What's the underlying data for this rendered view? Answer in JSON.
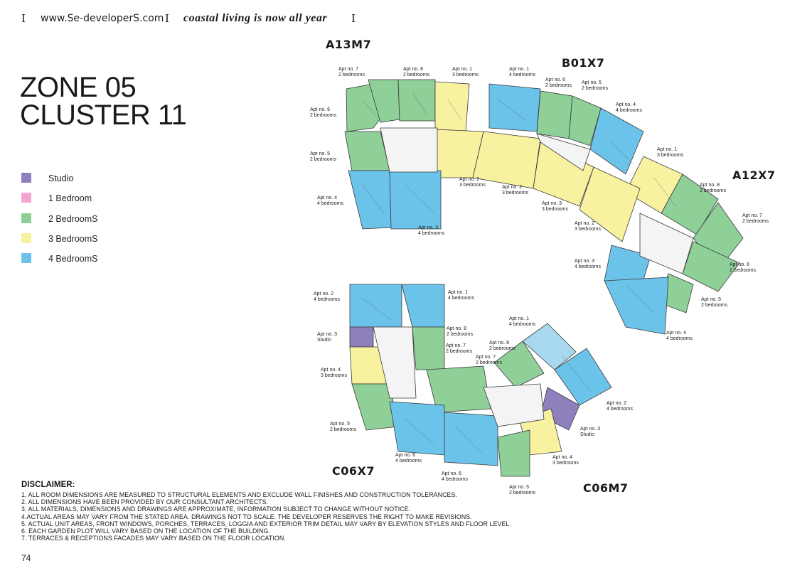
{
  "header": {
    "separator": "I",
    "website": "www.Se-developerS.com",
    "tagline": "coastal living is now all year"
  },
  "title": {
    "line1": "ZONE 05",
    "line2": "CLUSTER 11"
  },
  "legend": [
    {
      "label": "Studio",
      "color": "#8f7fbc"
    },
    {
      "label": "1 Bedroom",
      "color": "#f3a7cf"
    },
    {
      "label": "2 BedroomS",
      "color": "#8fcf98"
    },
    {
      "label": "3 BedroomS",
      "color": "#f7f1a0"
    },
    {
      "label": "4 BedroomS",
      "color": "#6cc3ea"
    }
  ],
  "buildings": [
    {
      "name": "A13M7"
    },
    {
      "name": "B01X7"
    },
    {
      "name": "A12X7"
    },
    {
      "name": "C06X7"
    },
    {
      "name": "C06M7"
    }
  ],
  "apartments": [
    {
      "no": "Apt no. 7",
      "type": "2 bedrooms"
    },
    {
      "no": "Apt no. 8",
      "type": "2 bedrooms"
    },
    {
      "no": "Apt no. 1",
      "type": "3 bedrooms"
    },
    {
      "no": "Apt no. 1",
      "type": "4 bedrooms"
    },
    {
      "no": "Apt no. 6",
      "type": "2 bedrooms"
    },
    {
      "no": "Apt no. 5",
      "type": "2 bedrooms"
    },
    {
      "no": "Apt no. 4",
      "type": "4 bedrooms"
    },
    {
      "no": "Apt no. 6",
      "type": "2 bedrooms"
    },
    {
      "no": "Apt no. 5",
      "type": "2 bedrooms"
    },
    {
      "no": "Apt no. 1",
      "type": "3 bedrooms"
    },
    {
      "no": "Apt no. 8",
      "type": "2 bedrooms"
    },
    {
      "no": "Apt no. 4",
      "type": "4 bedrooms"
    },
    {
      "no": "Apt no. 2",
      "type": "3 bedrooms"
    },
    {
      "no": "Apt no. 2",
      "type": "3 bedrooms"
    },
    {
      "no": "Apt no. 3",
      "type": "4 bedrooms"
    },
    {
      "no": "Apt no. 3",
      "type": "3 bedrooms"
    },
    {
      "no": "Apt no. 7",
      "type": "2 bedrooms"
    },
    {
      "no": "Apt no. 2",
      "type": "3 bedrooms"
    },
    {
      "no": "Apt no. 3",
      "type": "4 bedrooms"
    },
    {
      "no": "Apt no. 6",
      "type": "2 bedrooms"
    },
    {
      "no": "Apt no. 5",
      "type": "2 bedrooms"
    },
    {
      "no": "Apt no. 4",
      "type": "4 bedrooms"
    },
    {
      "no": "Apt no. 2",
      "type": "4 bedrooms"
    },
    {
      "no": "Apt no. 1",
      "type": "4 bedrooms"
    },
    {
      "no": "Apt no. 3",
      "type": "Studio"
    },
    {
      "no": "Apt no. 8",
      "type": "2 bedrooms"
    },
    {
      "no": "Apt no. 7",
      "type": "2 bedrooms"
    },
    {
      "no": "Apt no. 4",
      "type": "3 bedrooms"
    },
    {
      "no": "Apt no. 1",
      "type": "4 bedrooms"
    },
    {
      "no": "Apt no. 8",
      "type": "2 bedrooms"
    },
    {
      "no": "Apt no. 7",
      "type": "2 bedrooms"
    },
    {
      "no": "Apt no. 5",
      "type": "2 bedrooms"
    },
    {
      "no": "Apt no. 6",
      "type": "4 bedrooms"
    },
    {
      "no": "Apt no. 2",
      "type": "4 bedrooms"
    },
    {
      "no": "Apt no. 3",
      "type": "Studio"
    },
    {
      "no": "Apt no. 4",
      "type": "3 bedrooms"
    },
    {
      "no": "Apt no. 6",
      "type": "4 bedrooms"
    },
    {
      "no": "Apt no. 5",
      "type": "2 bedrooms"
    }
  ],
  "disclaimer": {
    "title": "DISCLAIMER:",
    "lines": [
      "1. ALL ROOM DIMENSIONS ARE MEASURED TO STRUCTURAL ELEMENTS AND EXCLUDE WALL FINISHES AND CONSTRUCTION TOLERANCES.",
      "2. ALL DIMENSIONS HAVE BEEN PROVIDED BY OUR CONSULTANT ARCHITECTS.",
      "3. ALL MATERIALS, DIMENSIONS AND DRAWINGS ARE APPROXIMATE, INFORMATION SUBJECT TO CHANGE WITHOUT NOTICE.",
      "4.ACTUAL AREAS MAY VARY FROM THE STATED AREA. DRAWINGS NOT TO SCALE. THE DEVELOPER RESERVES THE RIGHT TO MAKE REVISIONS.",
      "5. ACTUAL UNIT AREAS, FRONT WINDOWS, PORCHES, TERRACES, LOGGIA AND EXTERIOR TRIM DETAIL MAY VARY BY ELEVATION STYLES AND FLOOR LEVEL.",
      "6. EACH GARDEN PLOT WILL VARY BASED ON THE LOCATION OF THE BUILDING.",
      "7. TERRACES & RECEPTIONS FACADES MAY VARY BASED ON THE FLOOR LOCATION."
    ]
  },
  "page_number": "74"
}
